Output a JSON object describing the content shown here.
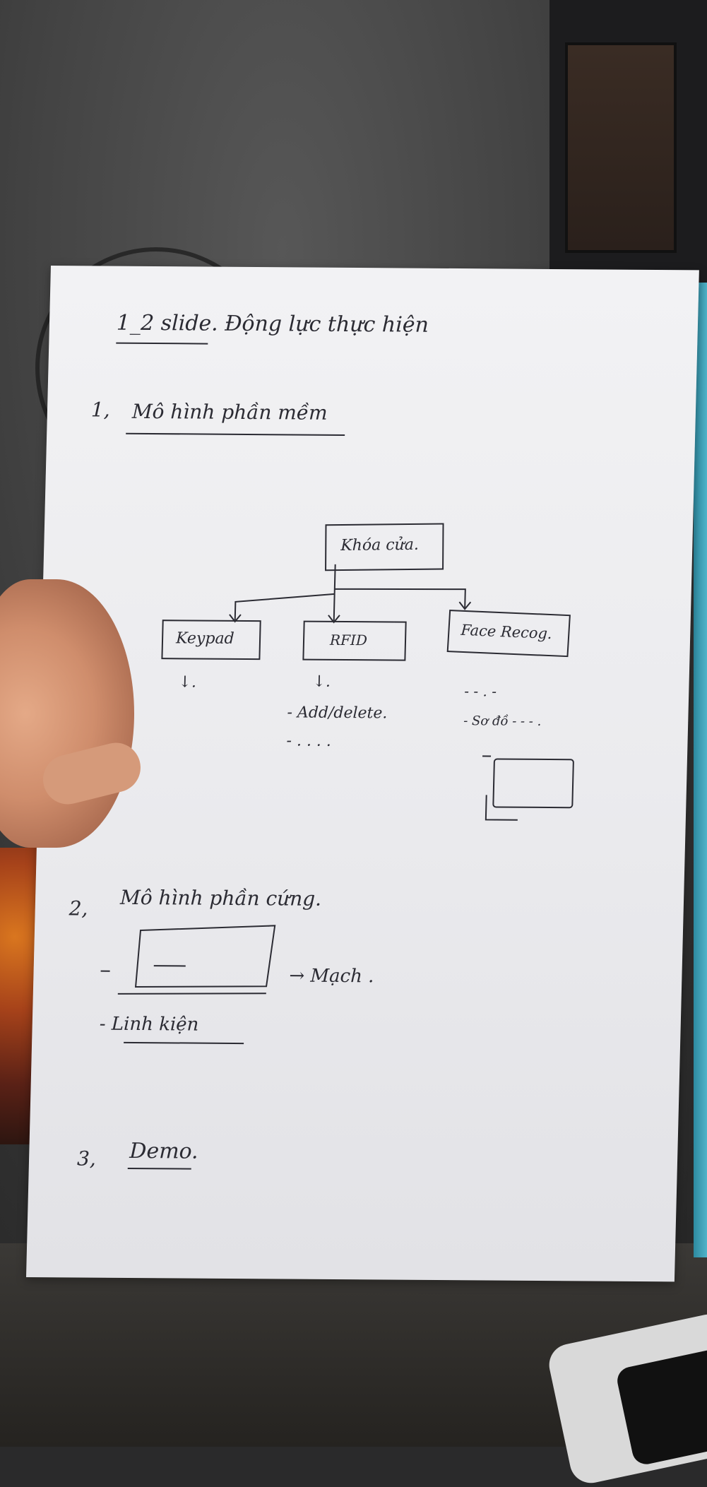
{
  "note": {
    "heading": "1_2 slide. Động lực thực hiện",
    "section1": {
      "number": "1,",
      "title": "Mô hình phần mềm",
      "root_box": "Khóa cửa.",
      "children": [
        {
          "label": "Keypad",
          "sub": "↓."
        },
        {
          "label": "RFID",
          "sub": "↓.",
          "items": [
            "- Add/delete.",
            "- . . . ."
          ]
        },
        {
          "label": "Face Recog.",
          "items": [
            "- - . -",
            "- Sơ đồ - - - ."
          ]
        }
      ]
    },
    "section2": {
      "number": "2,",
      "title": "Mô hình phần cứng.",
      "arrow_text": "→ Mạch .",
      "item": "- Linh kiện"
    },
    "section3": {
      "number": "3,",
      "title": "Demo."
    }
  }
}
